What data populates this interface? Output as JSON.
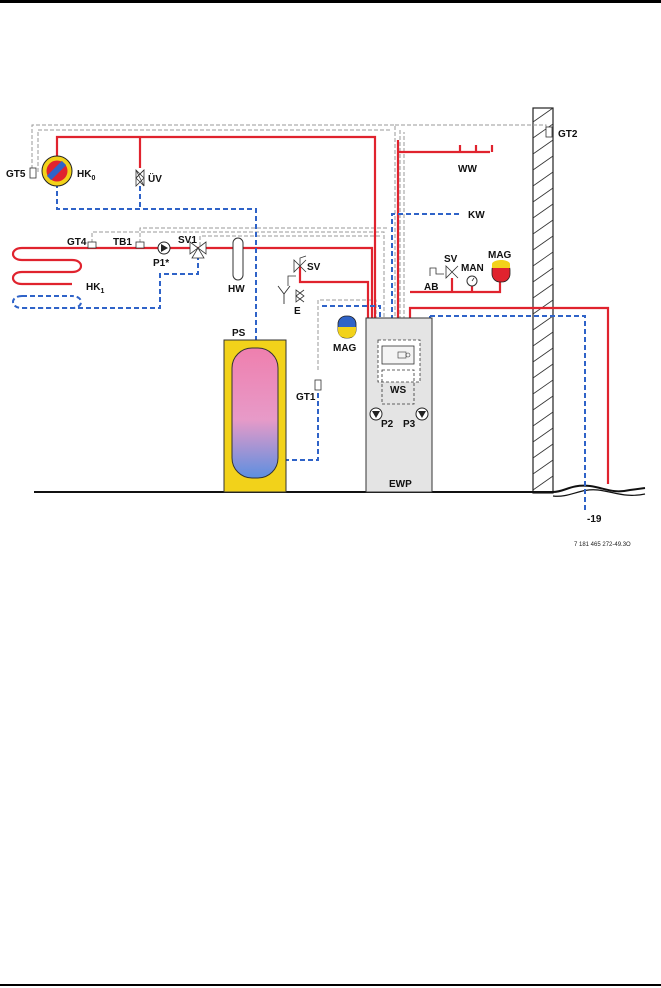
{
  "labels": {
    "gt2": "GT2",
    "gt5": "GT5",
    "hk0": "HK",
    "hk0_sub": "0",
    "uv": "ÜV",
    "ww": "WW",
    "kw": "KW",
    "gt4": "GT4",
    "tb1": "TB1",
    "sv1": "SV1",
    "p1": "P1*",
    "hk1": "HK",
    "hk1_sub": "1",
    "hw": "HW",
    "sv": "SV",
    "e": "E",
    "sv2": "SV",
    "man": "MAN",
    "mag_right": "MAG",
    "ab": "AB",
    "mag_left": "MAG",
    "ps": "PS",
    "gt1": "GT1",
    "ws": "WS",
    "p2": "P2",
    "p3": "P3",
    "ewp": "EWP",
    "minus19": "-19"
  },
  "reference": "7 181 465 272-49.3O",
  "colors": {
    "supply": "#e0232e",
    "return": "#2f63c8",
    "control": "#9a9a9a",
    "tank_frame": "#f2d21a",
    "heat_pump": "#e4e4e4"
  }
}
